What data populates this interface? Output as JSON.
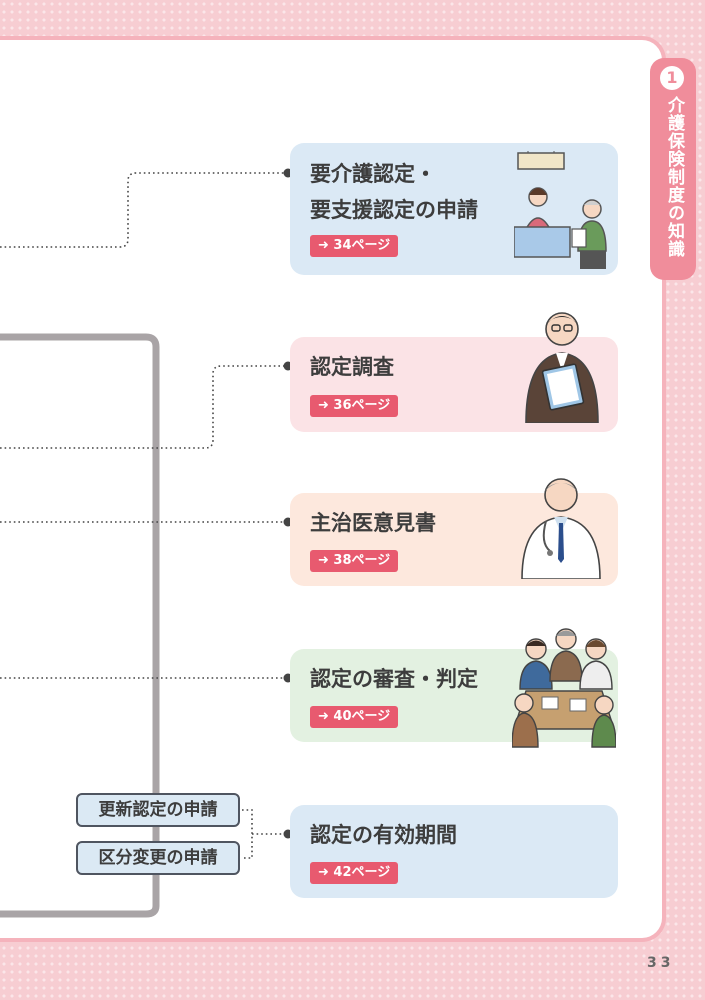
{
  "side_tab": {
    "number": "1",
    "label": "介護保険制度の知識"
  },
  "page_number": "33",
  "cards": [
    {
      "title_lines": [
        "要介護認定・",
        "要支援認定の申請"
      ],
      "ref": "➜ 34ページ",
      "color": "#dbe9f5",
      "illustration": "reception-clerk-and-elderly-man"
    },
    {
      "title_lines": [
        "認定調査"
      ],
      "ref": "➜ 36ページ",
      "color": "#fbe3e6",
      "illustration": "investigator-with-clipboard"
    },
    {
      "title_lines": [
        "主治医意見書"
      ],
      "ref": "➜ 38ページ",
      "color": "#fde8dd",
      "illustration": "doctor-with-stethoscope"
    },
    {
      "title_lines": [
        "認定の審査・判定"
      ],
      "ref": "➜ 40ページ",
      "color": "#e3f1e1",
      "illustration": "committee-meeting"
    },
    {
      "title_lines": [
        "認定の有効期間"
      ],
      "ref": "➜ 42ページ",
      "color": "#dbe9f5",
      "illustration": ""
    }
  ],
  "sub_items": [
    {
      "label": "更新認定の申請"
    },
    {
      "label": "区分変更の申請"
    }
  ],
  "colors": {
    "accent": "#e85a6f",
    "tab": "#f08d9b",
    "connector": "#444444",
    "frame": "#a9a4a6"
  }
}
